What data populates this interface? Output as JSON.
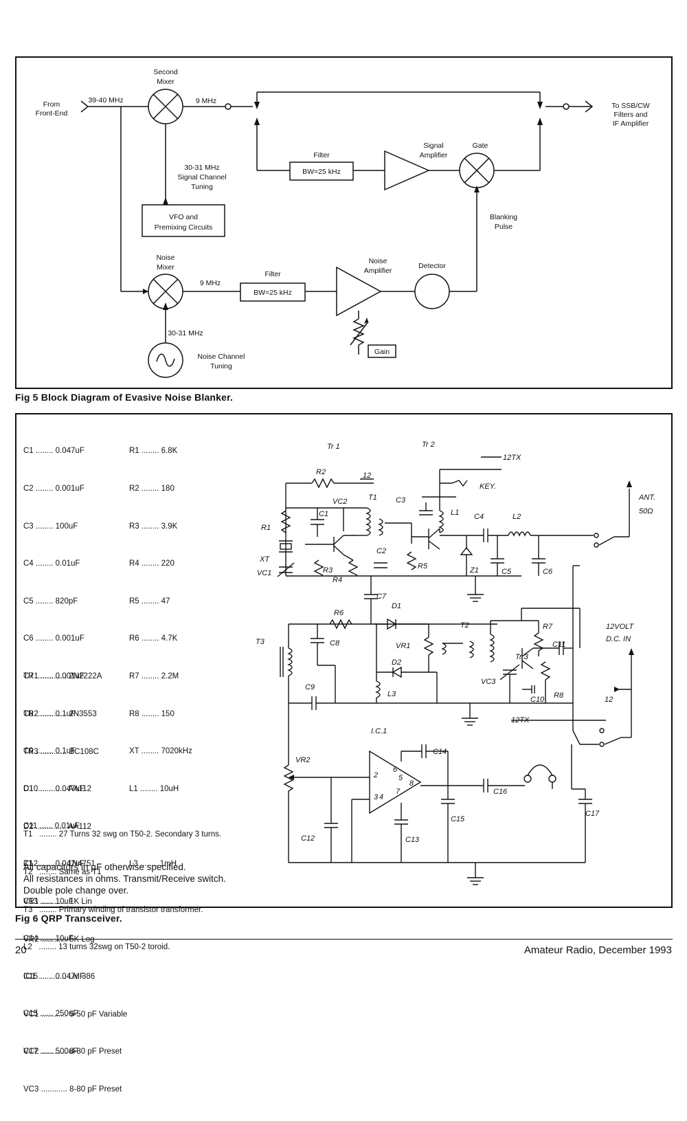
{
  "fig5": {
    "caption": "Fig 5 Block Diagram of Evasive Noise Blanker.",
    "labels": {
      "from_front_end_1": "From",
      "from_front_end_2": "Front-End",
      "freq_39_40": "39-40 MHz",
      "second_mixer_1": "Second",
      "second_mixer_2": "Mixer",
      "nine_mhz_top": "9 MHz",
      "out_1": "To SSB/CW",
      "out_2": "Filters and",
      "out_3": "IF Amplifier",
      "filter_top": "Filter",
      "bw_top": "BW=25 kHz",
      "signal_amp_1": "Signal",
      "signal_amp_2": "Amplifier",
      "gate": "Gate",
      "sig_tuning_1": "30-31 MHz",
      "sig_tuning_2": "Signal Channel",
      "sig_tuning_3": "Tuning",
      "vfo_1": "VFO and",
      "vfo_2": "Premixing Circuits",
      "blanking_1": "Blanking",
      "blanking_2": "Pulse",
      "noise_mixer_1": "Noise",
      "noise_mixer_2": "Mixer",
      "nine_mhz_bot": "9 MHz",
      "filter_bot": "Filter",
      "bw_bot": "BW=25 kHz",
      "noise_amp_1": "Noise",
      "noise_amp_2": "Amplifier",
      "detector": "Detector",
      "freq_30_31": "30-31 MHz",
      "noise_tuning_1": "Noise Channel",
      "noise_tuning_2": "Tuning",
      "gain": "Gain"
    }
  },
  "fig6": {
    "caption": "Fig 6 QRP Transceiver.",
    "capacitors": [
      "C1 ........ 0.047uF",
      "C2 ........ 0.001uF",
      "C3 ........ 100uF",
      "C4 ........ 0.01uF",
      "C5 ........ 820pF",
      "C6 ........ 0.001uF",
      "C7 ........ 0.001uF",
      "C8 ........ 0.1uF",
      "C9 ........ 0.1uF",
      "C10 ...... 0.047uF",
      "C11 ...... 0.01uF",
      "C12 ...... 0.047uF",
      "C13 ...... 10uF",
      "C14 ...... 10uF",
      "C15 ...... 0.047uF",
      "C15 ...... 250uF",
      "C17 ...... 500uF"
    ],
    "resistors": [
      "R1 ........ 6.8K",
      "R2 ........ 180",
      "R3 ........ 3.9K",
      "R4 ........ 220",
      "R5 ........ 47",
      "R6 ........ 4.7K",
      "R7 ........ 2.2M",
      "R8 ........ 150",
      "XT ........ 7020kHz",
      "L1 ........ 10uH",
      "",
      "L3 ........ 1mH"
    ],
    "semis": [
      "TR1 ............ 2N2222A",
      "TR2 ............ 2N3553",
      "TR3 ............ BC108C",
      "D1 .............. AA112",
      "D2 .............. AA112",
      "Z1 .............. 1N4751",
      "VR1 ............ 1K Lin",
      "VR2 ............ 5K Log",
      "IC1 ............. LM 386",
      "VC1 ............ 5-50 pF Variable",
      "VC2 ............ 8-80 pF Preset",
      "VC3 ............ 8-80 pF Preset"
    ],
    "windings": [
      "T1   ........ 27 Turns 32 swg on T50-2. Secondary 3 turns.",
      "T2   ........ Same as T1",
      "T3   ........ Primary winding of transistor transformer.",
      "L2   ........ 13 turns 32swg on T50-2 toroid."
    ],
    "notes": [
      "All capacitors in µF otherwise specified.",
      "All resistances in ohms. Transmit/Receive switch.",
      "Double pole change over."
    ],
    "schematic_labels": {
      "tr1": "Tr 1",
      "tr2": "Tr 2",
      "tx12": "12TX",
      "key": "KEY.",
      "r2": "R2",
      "n12a": "12",
      "t1": "T1",
      "vc2": "VC2",
      "c3": "C3",
      "l1": "L1",
      "c4": "C4",
      "l2": "L2",
      "ant": "ANT.",
      "ohm": "50Ω",
      "r1": "R1",
      "c1": "C1",
      "xt": "XT",
      "vc1": "VC1",
      "r3": "R3",
      "r4": "R4",
      "c2": "C2",
      "r5": "R5",
      "z1": "Z1",
      "c5": "C5",
      "c6": "C6",
      "c7": "C7",
      "d1": "D1",
      "r6": "R6",
      "t2": "T2",
      "r7": "R7",
      "volt12": "12VOLT",
      "dcin": "D.C. IN",
      "t3": "T3",
      "c8": "C8",
      "vr1": "VR1",
      "d2": "D2",
      "tr3": "Tr 3",
      "c11": "C11",
      "vc3": "VC3",
      "l3": "L3",
      "c9": "C9",
      "c10": "C10",
      "r8": "R8",
      "n12b": "12",
      "tx12b": "12TX",
      "ic1": "I.C.1",
      "c14": "C14",
      "vr2": "VR2",
      "c16": "C16",
      "c17": "C17",
      "c12": "C12",
      "c15": "C15",
      "c13": "C13",
      "pin2": "2",
      "pin6": "6",
      "pin5": "5",
      "pin3": "3",
      "pin4": "4",
      "pin7": "7",
      "pin8": "8"
    }
  },
  "footer": {
    "page_number": "20",
    "publication": "Amateur Radio, December 1993"
  }
}
